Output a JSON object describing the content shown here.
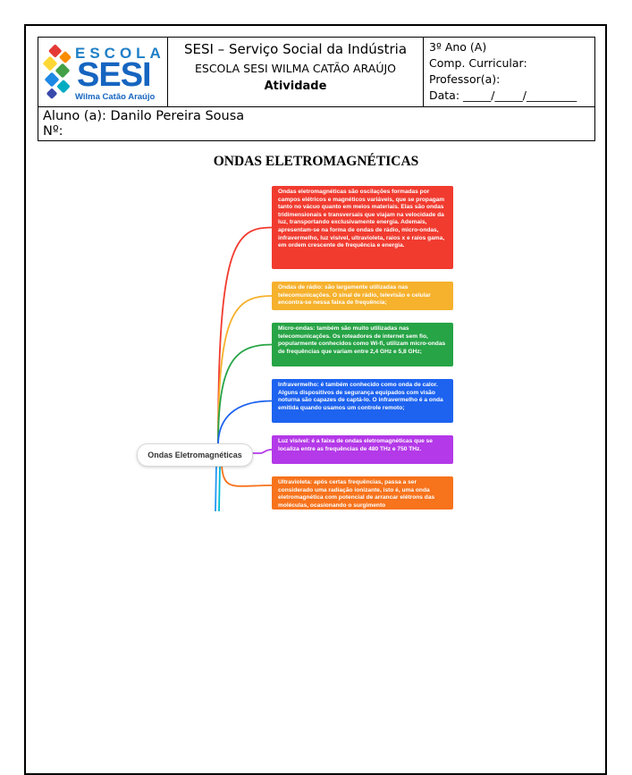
{
  "header": {
    "logo": {
      "escola": "ESCOLA",
      "sesi": "SESI",
      "subtitle": "Wilma Catão Araújo"
    },
    "title_line1": "SESI – Serviço Social da Indústria",
    "title_line2": "ESCOLA SESI WILMA CATÃO ARAÚJO",
    "title_line3": "Atividade",
    "meta": {
      "grade": "3º Ano (A)",
      "subject": "Comp. Curricular:",
      "teacher": "Professor(a):",
      "date": "Data: _____/_____/_________"
    },
    "student": "Aluno (a): Danilo Pereira Sousa",
    "number": "Nº:"
  },
  "document_title": "ONDAS ELETROMAGNÉTICAS",
  "mindmap": {
    "root": "Ondas Eletromagnéticas",
    "nodes": [
      {
        "color": "#f13b2f",
        "text": "Ondas eletromagnéticas são oscilações formadas por campos elétricos e magnéticos variáveis, que se propagam tanto no vácuo quanto em meios materiais. Elas são ondas tridimensionais e transversais que viajam na velocidade da luz, transportando exclusivamente energia. Ademais, apresentam-se na forma de ondas de rádio, micro-ondas, infravermelho, luz visível, ultravioleta, raios x e raios gama, em ordem crescente de frequência e energia."
      },
      {
        "color": "#f6b12d",
        "text": "Ondas de rádio: são largamente utilizadas nas telecomunicações. O sinal de rádio, televisão e celular encontra-se nessa faixa de frequência;"
      },
      {
        "color": "#27a446",
        "text": "Micro-ondas: também são muito utilizadas nas telecomunicações. Os roteadores de internet sem fio, popularmente conhecidos como Wi-fi, utilizam micro-ondas de frequências que variam entre 2,4 GHz e 5,8 GHz;"
      },
      {
        "color": "#1d63f0",
        "text": "Infravermelho: é também conhecido como onda de calor. Alguns dispositivos de segurança equipados com visão noturna são capazes de captá-lo. O infravermelho é a onda emitida quando usamos um controle remoto;"
      },
      {
        "color": "#b439e8",
        "text": "Luz visível: é a faixa de ondas eletromagnéticas que se localiza entre as frequências de 480 THz e 750 THz."
      },
      {
        "color": "#f7731c",
        "text": "Ultravioleta: após certas frequências, passa a ser considerado uma radiação ionizante, isto é, uma onda eletromagnética com potencial de arrancar elétrons das moléculas, ocasionando o surgimento"
      }
    ]
  }
}
